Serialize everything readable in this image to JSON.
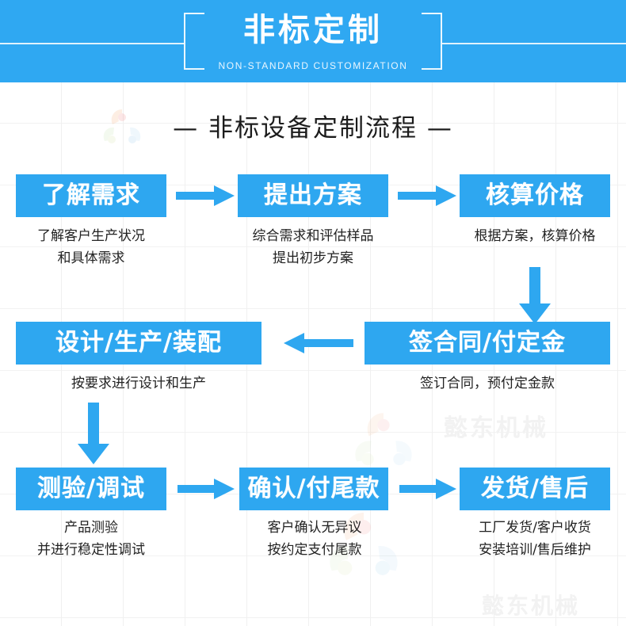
{
  "banner": {
    "title": "非标定制",
    "subtitle": "NON-STANDARD CUSTOMIZATION",
    "bg_color": "#2fa8f2"
  },
  "section": {
    "heading": "— 非标设备定制流程 —"
  },
  "theme": {
    "accent": "#2ea7f0",
    "text": "#222222",
    "grid": "#f0f0f0",
    "watermark": "#f2f2f2"
  },
  "watermarks": {
    "text_mid": "懿东机械",
    "text_bottom": "懿东机械"
  },
  "flow": {
    "steps": [
      {
        "id": "step-1",
        "label": "了解需求",
        "caption": "了解客户生产状况\n和具体需求"
      },
      {
        "id": "step-2",
        "label": "提出方案",
        "caption": "综合需求和评估样品\n提出初步方案"
      },
      {
        "id": "step-3",
        "label": "核算价格",
        "caption": "根据方案，核算价格"
      },
      {
        "id": "step-4",
        "label": "签合同/付定金",
        "caption": "签订合同，预付定金款"
      },
      {
        "id": "step-5",
        "label": "设计/生产/装配",
        "caption": "按要求进行设计和生产"
      },
      {
        "id": "step-6",
        "label": "测验/调试",
        "caption": "产品测验\n并进行稳定性调试"
      },
      {
        "id": "step-7",
        "label": "确认/付尾款",
        "caption": "客户确认无异议\n按约定支付尾款"
      },
      {
        "id": "step-8",
        "label": "发货/售后",
        "caption": "工厂发货/客户收货\n安装培训/售后维护"
      }
    ],
    "connectors": [
      {
        "id": "arrow-1-2",
        "direction": "right"
      },
      {
        "id": "arrow-2-3",
        "direction": "right"
      },
      {
        "id": "arrow-3-4",
        "direction": "down"
      },
      {
        "id": "arrow-4-5",
        "direction": "left"
      },
      {
        "id": "arrow-5-6",
        "direction": "down"
      },
      {
        "id": "arrow-6-7",
        "direction": "right"
      },
      {
        "id": "arrow-7-8",
        "direction": "right"
      }
    ]
  }
}
